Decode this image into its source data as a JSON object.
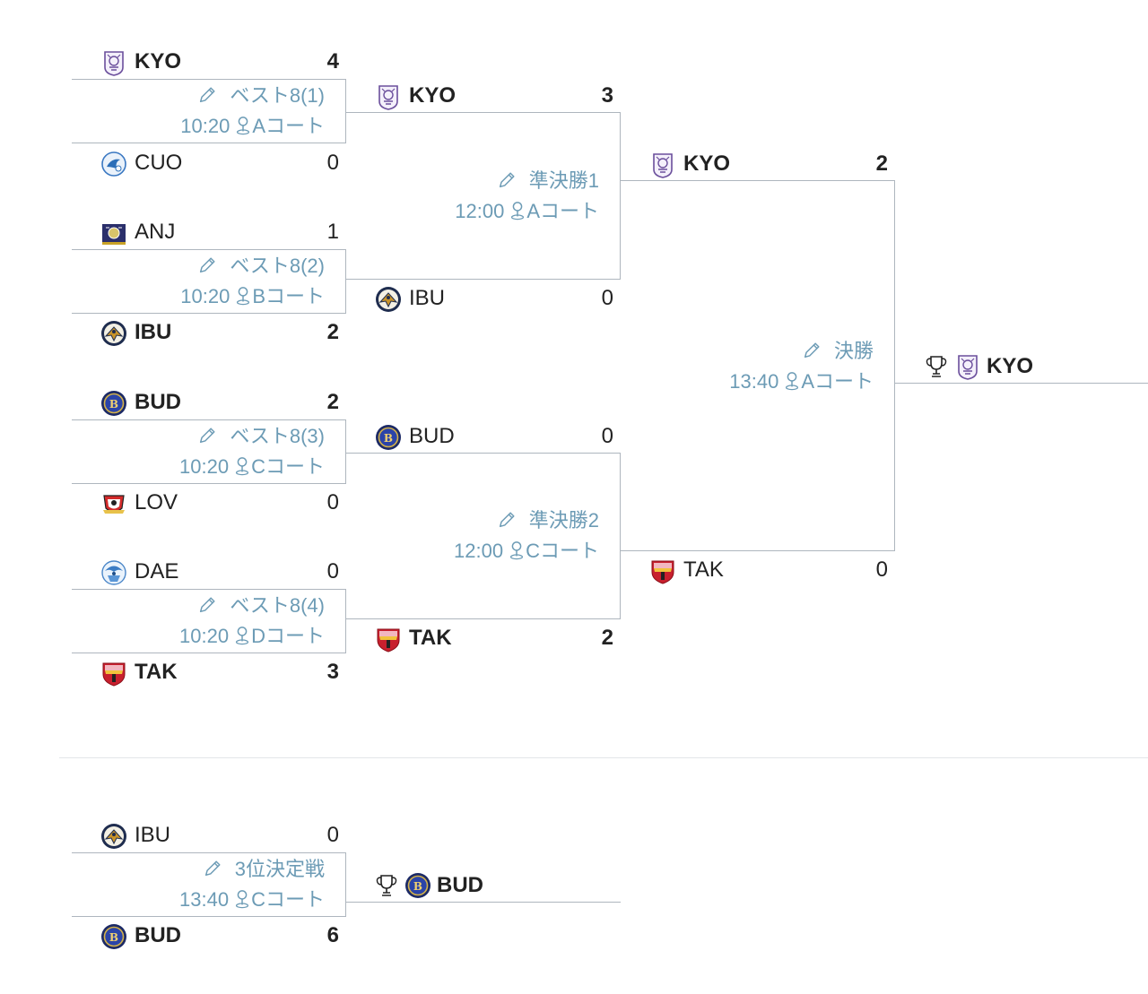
{
  "icons": {
    "edit": "pencil-icon",
    "location": "location-pin-icon",
    "champion": "trophy-icon"
  },
  "colors": {
    "line": "#aeb6be",
    "info_text": "#6c9bb5",
    "team_text": "#222222"
  },
  "main_bracket": {
    "qf1": {
      "label": "ベスト8(1)",
      "time": "10:20",
      "court": "Aコート",
      "top": {
        "name": "KYO",
        "score": "4"
      },
      "bottom": {
        "name": "CUO",
        "score": "0"
      }
    },
    "qf2": {
      "label": "ベスト8(2)",
      "time": "10:20",
      "court": "Bコート",
      "top": {
        "name": "ANJ",
        "score": "1"
      },
      "bottom": {
        "name": "IBU",
        "score": "2"
      }
    },
    "qf3": {
      "label": "ベスト8(3)",
      "time": "10:20",
      "court": "Cコート",
      "top": {
        "name": "BUD",
        "score": "2"
      },
      "bottom": {
        "name": "LOV",
        "score": "0"
      }
    },
    "qf4": {
      "label": "ベスト8(4)",
      "time": "10:20",
      "court": "Dコート",
      "top": {
        "name": "DAE",
        "score": "0"
      },
      "bottom": {
        "name": "TAK",
        "score": "3"
      }
    },
    "sf1": {
      "label": "準決勝1",
      "time": "12:00",
      "court": "Aコート",
      "top": {
        "name": "KYO",
        "score": "3"
      },
      "bottom": {
        "name": "IBU",
        "score": "0"
      }
    },
    "sf2": {
      "label": "準決勝2",
      "time": "12:00",
      "court": "Cコート",
      "top": {
        "name": "BUD",
        "score": "0"
      },
      "bottom": {
        "name": "TAK",
        "score": "2"
      }
    },
    "final": {
      "label": "決勝",
      "time": "13:40",
      "court": "Aコート",
      "top": {
        "name": "KYO",
        "score": "2"
      },
      "bottom": {
        "name": "TAK",
        "score": "0"
      }
    },
    "champion": {
      "name": "KYO"
    }
  },
  "third_place": {
    "label": "3位決定戦",
    "time": "13:40",
    "court": "Cコート",
    "top": {
      "name": "IBU",
      "score": "0"
    },
    "bottom": {
      "name": "BUD",
      "score": "6"
    },
    "winner": {
      "name": "BUD"
    }
  }
}
